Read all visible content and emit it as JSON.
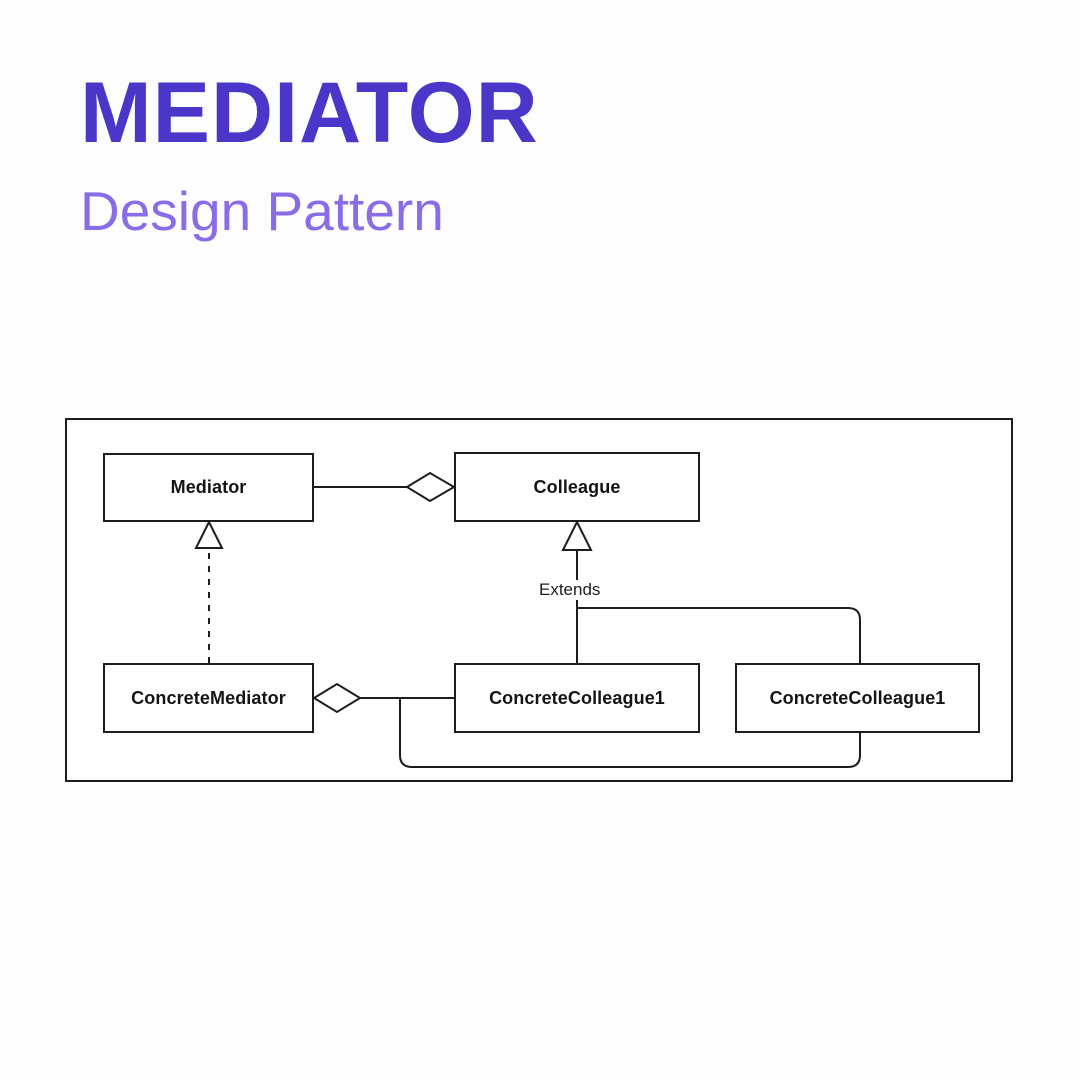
{
  "header": {
    "title": "MEDIATOR",
    "subtitle": "Design Pattern",
    "title_color": "#4a36c9",
    "subtitle_color": "#8b6ce8"
  },
  "diagram": {
    "type": "uml-class-diagram",
    "stroke_color": "#1d1d1d",
    "fill_color": "#ffffff",
    "classes": [
      {
        "id": "mediator",
        "label": "Mediator",
        "role": "interface"
      },
      {
        "id": "colleague",
        "label": "Colleague",
        "role": "abstract-class"
      },
      {
        "id": "concrete-mediator",
        "label": "ConcreteMediator",
        "role": "implementation"
      },
      {
        "id": "concrete-colleague-1",
        "label": "ConcreteColleague1",
        "role": "implementation"
      },
      {
        "id": "concrete-colleague-2",
        "label": "ConcreteColleague1",
        "role": "implementation"
      }
    ],
    "relationships": [
      {
        "from": "mediator",
        "to": "colleague",
        "type": "aggregation",
        "label": ""
      },
      {
        "from": "concrete-mediator",
        "to": "mediator",
        "type": "realization",
        "label": ""
      },
      {
        "from": "concrete-colleague-1",
        "to": "colleague",
        "type": "generalization",
        "label": "Extends"
      },
      {
        "from": "concrete-colleague-2",
        "to": "colleague",
        "type": "generalization",
        "label": ""
      },
      {
        "from": "concrete-mediator",
        "to": "concrete-colleague-1",
        "type": "aggregation",
        "label": ""
      },
      {
        "from": "concrete-mediator",
        "to": "concrete-colleague-2",
        "type": "aggregation",
        "label": ""
      }
    ],
    "labels": {
      "extends": "Extends"
    }
  }
}
